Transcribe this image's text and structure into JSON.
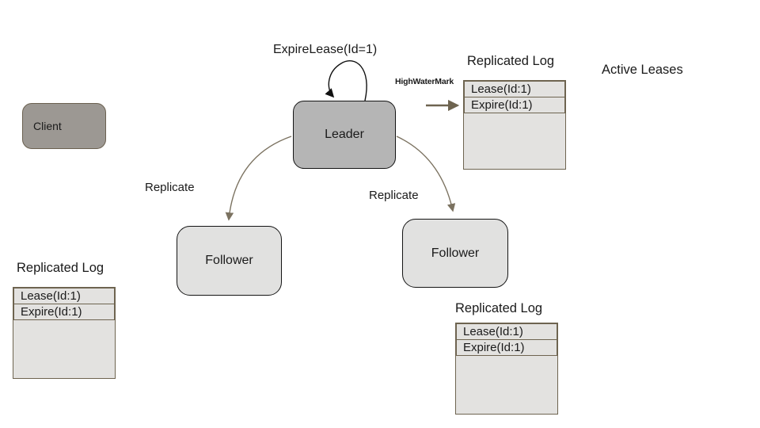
{
  "diagram": {
    "title_hint": "Leader-follower lease replication diagram",
    "colors": {
      "leader_fill": "#b5b5b5",
      "follower_fill": "#e1e1e0",
      "client_fill": "#9c9893",
      "table_fill": "#e3e2e0",
      "table_border": "#6e6450",
      "replicate_arrow": "#7b7260",
      "hwm_arrow": "#6e6450",
      "loop_arrow": "#111111",
      "text": "#1a1a1a"
    },
    "nodes": {
      "client": {
        "label": "Client"
      },
      "leader": {
        "label": "Leader"
      },
      "follower_left": {
        "label": "Follower"
      },
      "follower_right": {
        "label": "Follower"
      }
    },
    "labels": {
      "expire_lease": "ExpireLease(Id=1)",
      "high_water_mark": "HighWaterMark",
      "active_leases": "Active Leases",
      "replicate_left": "Replicate",
      "replicate_right": "Replicate"
    },
    "logs": {
      "leader_log": {
        "title": "Replicated Log",
        "rows": [
          "Lease(Id:1)",
          "Expire(Id:1)"
        ]
      },
      "follower_left_log": {
        "title": "Replicated Log",
        "rows": [
          "Lease(Id:1)",
          "Expire(Id:1)"
        ]
      },
      "follower_right_log": {
        "title": "Replicated Log",
        "rows": [
          "Lease(Id:1)",
          "Expire(Id:1)"
        ]
      }
    }
  }
}
